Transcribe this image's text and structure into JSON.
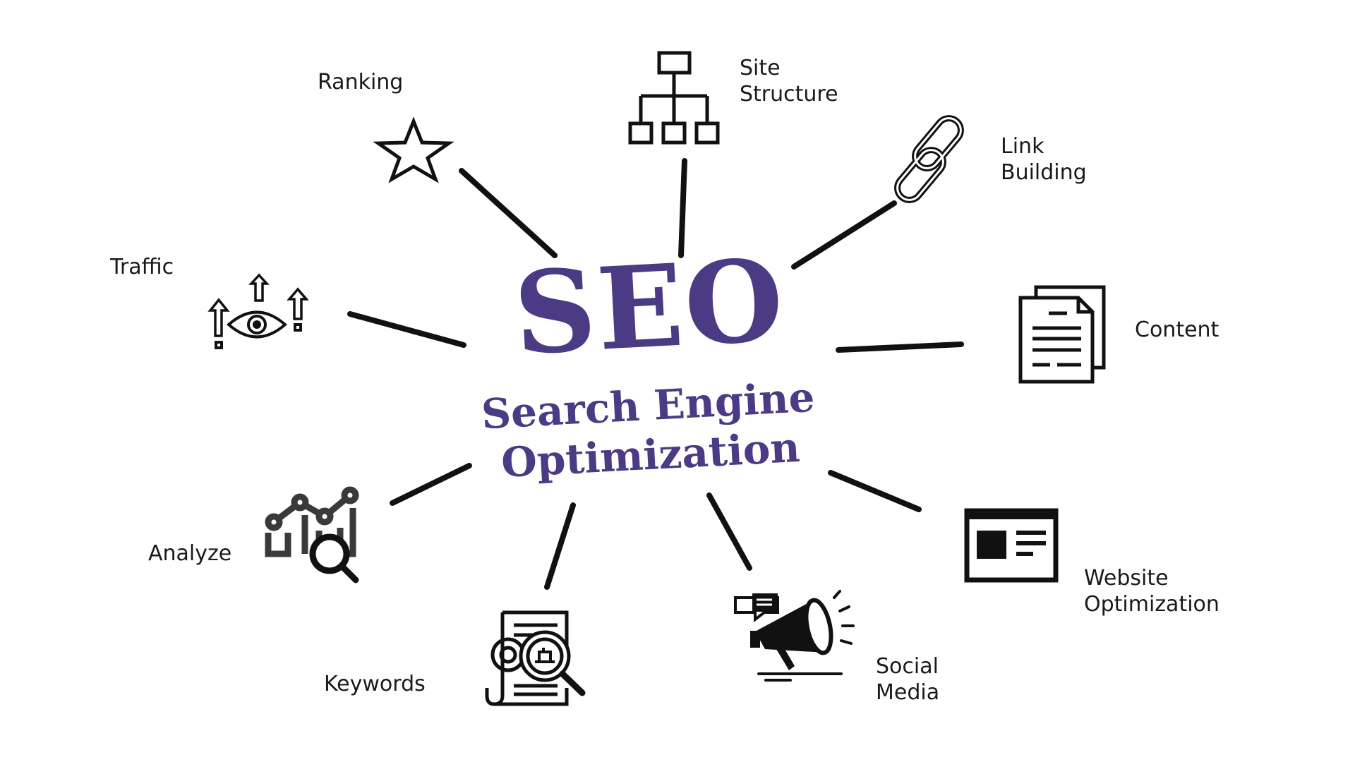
{
  "center": {
    "title": "SEO",
    "subtitle_line1": "Search Engine",
    "subtitle_line2": "Optimization"
  },
  "colors": {
    "accent": "#4b3b84",
    "lines": "#111111",
    "text": "#1a1a1a"
  },
  "items": [
    {
      "id": "ranking",
      "label": "Ranking",
      "icon": "star-icon"
    },
    {
      "id": "site-structure",
      "label": "Site\nStructure",
      "icon": "sitemap-icon"
    },
    {
      "id": "link-building",
      "label": "Link\nBuilding",
      "icon": "chain-link-icon"
    },
    {
      "id": "content",
      "label": "Content",
      "icon": "documents-icon"
    },
    {
      "id": "website-optimization",
      "label": "Website\nOptimization",
      "icon": "browser-window-icon"
    },
    {
      "id": "social-media",
      "label": "Social\nMedia",
      "icon": "megaphone-icon"
    },
    {
      "id": "keywords",
      "label": "Keywords",
      "icon": "keyword-search-icon"
    },
    {
      "id": "analyze",
      "label": "Analyze",
      "icon": "analytics-chart-icon"
    },
    {
      "id": "traffic",
      "label": "Traffic",
      "icon": "traffic-eye-icon"
    }
  ]
}
